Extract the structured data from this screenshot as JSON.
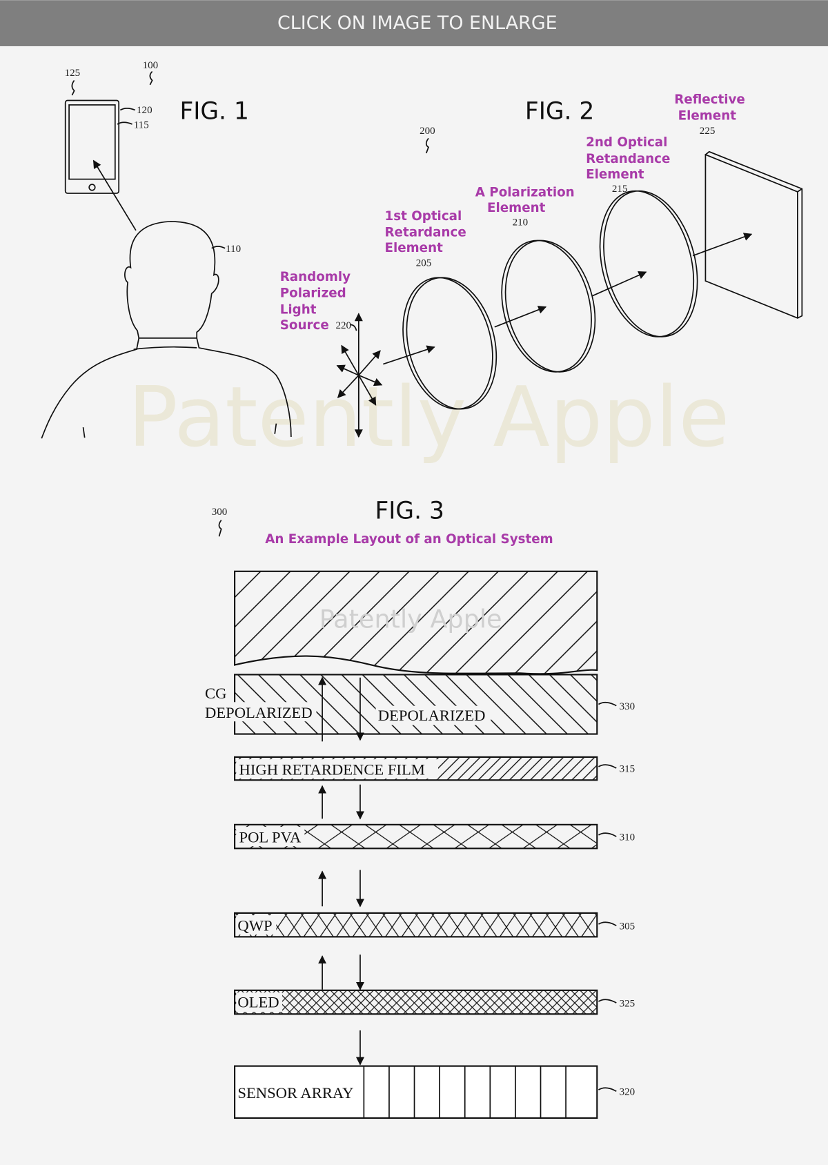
{
  "header": {
    "banner": "CLICK ON IMAGE TO ENLARGE",
    "color": "#7f7f7f"
  },
  "watermark": "Patently Apple",
  "fig1": {
    "title": "FIG. 1",
    "refs": {
      "r100": "100",
      "r125": "125",
      "r120": "120",
      "r115": "115",
      "r110": "110"
    }
  },
  "fig2": {
    "title": "FIG. 2",
    "refs": {
      "r200": "200",
      "r205": "205",
      "r210": "210",
      "r215": "215",
      "r220": "220",
      "r225": "225"
    },
    "labels": {
      "source": [
        "Randomly",
        "Polarized",
        "Light",
        "Source"
      ],
      "first": [
        "1st Optical",
        "Retardance",
        "Element"
      ],
      "polarization": [
        "A Polarization",
        "Element"
      ],
      "second": [
        "2nd Optical",
        "Retandance",
        "Element"
      ],
      "reflective": [
        "Reflective",
        "Element"
      ]
    },
    "label_color": "#a83aa8"
  },
  "fig3": {
    "title": "FIG. 3",
    "subtitle": "An Example Layout of an Optical System",
    "ref": "300",
    "layers": {
      "cg": "CG",
      "depol_left": "DEPOLARIZED",
      "depol_right": "DEPOLARIZED",
      "film": "HIGH RETARDENCE FILM",
      "pol": "POL PVA",
      "qwp": "QWP",
      "oled": "OLED",
      "sensor": "SENSOR ARRAY"
    },
    "refs": {
      "r330": "330",
      "r315": "315",
      "r310": "310",
      "r305": "305",
      "r325": "325",
      "r320": "320"
    }
  }
}
